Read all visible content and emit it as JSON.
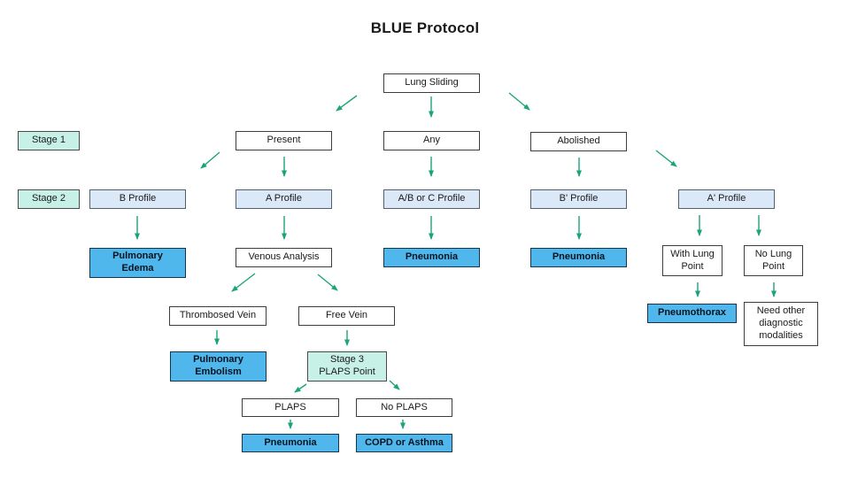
{
  "title": "BLUE Protocol",
  "colors": {
    "stage_fill": "#c7f0e7",
    "profile_fill": "#dbe8f7",
    "diagnosis_fill": "#50b7ec",
    "arrow": "#1ba37c"
  },
  "nodes": {
    "lung_sliding": {
      "label": "Lung Sliding"
    },
    "stage1": {
      "label": "Stage 1"
    },
    "present": {
      "label": "Present"
    },
    "any": {
      "label": "Any"
    },
    "abolished": {
      "label": "Abolished"
    },
    "stage2": {
      "label": "Stage 2"
    },
    "b_profile": {
      "label": "B Profile"
    },
    "a_profile": {
      "label": "A Profile"
    },
    "ab_or_c_profile": {
      "label": "A/B or C Profile"
    },
    "b_prime_profile": {
      "label": "B' Profile"
    },
    "a_prime_profile": {
      "label": "A' Profile"
    },
    "pulmonary_edema": {
      "label": "Pulmonary\nEdema"
    },
    "venous_analysis": {
      "label": "Venous Analysis"
    },
    "pneumonia_center": {
      "label": "Pneumonia"
    },
    "pneumonia_right": {
      "label": "Pneumonia"
    },
    "with_lung_point": {
      "label": "With Lung\nPoint"
    },
    "no_lung_point": {
      "label": "No Lung\nPoint"
    },
    "thrombosed_vein": {
      "label": "Thrombosed Vein"
    },
    "free_vein": {
      "label": "Free Vein"
    },
    "pneumothorax": {
      "label": "Pneumothorax"
    },
    "need_other": {
      "label": "Need other\ndiagnostic\nmodalities"
    },
    "pulmonary_embolism": {
      "label": "Pulmonary\nEmbolism"
    },
    "stage3_plaps_point": {
      "label": "Stage 3\nPLAPS Point"
    },
    "plaps": {
      "label": "PLAPS"
    },
    "no_plaps": {
      "label": "No PLAPS"
    },
    "pneumonia_bottom": {
      "label": "Pneumonia"
    },
    "copd_or_asthma": {
      "label": "COPD or Asthma"
    }
  }
}
